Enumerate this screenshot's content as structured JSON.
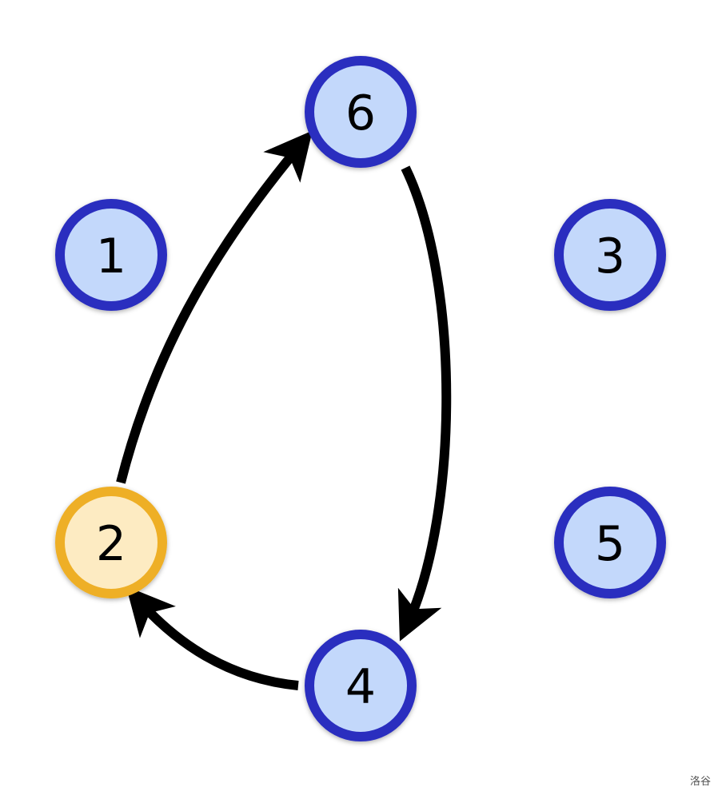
{
  "graph": {
    "colors": {
      "node_fill": "#c3d8fb",
      "node_stroke": "#2a2fbf",
      "highlight_fill": "#fdebc2",
      "highlight_stroke": "#eeaf27",
      "edge": "#000000"
    },
    "nodes": [
      {
        "id": "6",
        "label": "6",
        "highlighted": false
      },
      {
        "id": "1",
        "label": "1",
        "highlighted": false
      },
      {
        "id": "3",
        "label": "3",
        "highlighted": false
      },
      {
        "id": "2",
        "label": "2",
        "highlighted": true
      },
      {
        "id": "5",
        "label": "5",
        "highlighted": false
      },
      {
        "id": "4",
        "label": "4",
        "highlighted": false
      }
    ],
    "edges": [
      {
        "from": "2",
        "to": "6",
        "directed": true
      },
      {
        "from": "6",
        "to": "4",
        "directed": true
      },
      {
        "from": "4",
        "to": "2",
        "directed": true
      }
    ]
  },
  "watermark": "洛谷"
}
